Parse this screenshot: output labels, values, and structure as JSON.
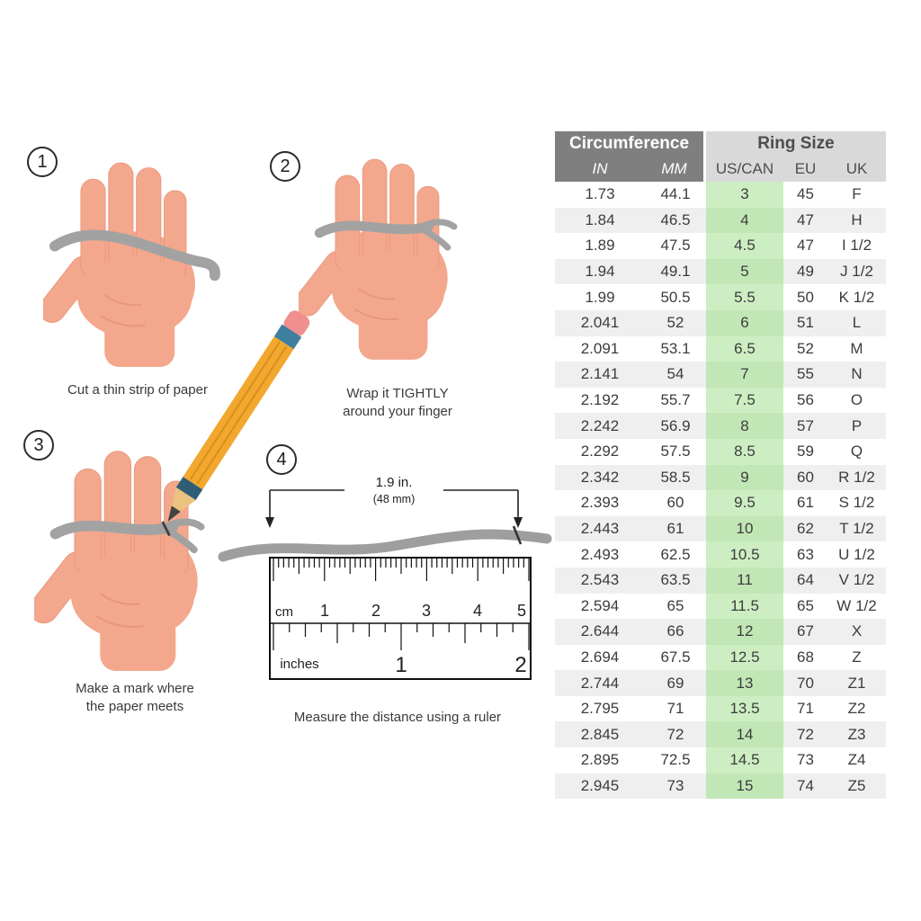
{
  "steps": [
    {
      "number": "1",
      "caption": "Cut a thin strip of paper"
    },
    {
      "number": "2",
      "caption": "Wrap it TIGHTLY around your finger"
    },
    {
      "number": "3",
      "caption": "Make a mark where the paper meets"
    },
    {
      "number": "4",
      "caption": "Measure the distance using a ruler"
    }
  ],
  "ruler": {
    "dimension_line1": "1.9 in.",
    "dimension_line2": "(48 mm)",
    "cm_label": "cm",
    "cm_numbers": [
      "1",
      "2",
      "3",
      "4",
      "5"
    ],
    "inches_label": "inches",
    "inches_numbers": [
      "1",
      "2"
    ]
  },
  "table": {
    "group_headers": [
      {
        "label": "Circumference"
      },
      {
        "label": "Ring Size"
      }
    ],
    "columns": [
      "IN",
      "MM",
      "US/CAN",
      "EU",
      "UK"
    ],
    "rows": [
      [
        "1.73",
        "44.1",
        "3",
        "45",
        "F"
      ],
      [
        "1.84",
        "46.5",
        "4",
        "47",
        "H"
      ],
      [
        "1.89",
        "47.5",
        "4.5",
        "47",
        "I 1/2"
      ],
      [
        "1.94",
        "49.1",
        "5",
        "49",
        "J 1/2"
      ],
      [
        "1.99",
        "50.5",
        "5.5",
        "50",
        "K 1/2"
      ],
      [
        "2.041",
        "52",
        "6",
        "51",
        "L"
      ],
      [
        "2.091",
        "53.1",
        "6.5",
        "52",
        "M"
      ],
      [
        "2.141",
        "54",
        "7",
        "55",
        "N"
      ],
      [
        "2.192",
        "55.7",
        "7.5",
        "56",
        "O"
      ],
      [
        "2.242",
        "56.9",
        "8",
        "57",
        "P"
      ],
      [
        "2.292",
        "57.5",
        "8.5",
        "59",
        "Q"
      ],
      [
        "2.342",
        "58.5",
        "9",
        "60",
        "R 1/2"
      ],
      [
        "2.393",
        "60",
        "9.5",
        "61",
        "S 1/2"
      ],
      [
        "2.443",
        "61",
        "10",
        "62",
        "T 1/2"
      ],
      [
        "2.493",
        "62.5",
        "10.5",
        "63",
        "U 1/2"
      ],
      [
        "2.543",
        "63.5",
        "11",
        "64",
        "V 1/2"
      ],
      [
        "2.594",
        "65",
        "11.5",
        "65",
        "W 1/2"
      ],
      [
        "2.644",
        "66",
        "12",
        "67",
        "X"
      ],
      [
        "2.694",
        "67.5",
        "12.5",
        "68",
        "Z"
      ],
      [
        "2.744",
        "69",
        "13",
        "70",
        "Z1"
      ],
      [
        "2.795",
        "71",
        "13.5",
        "71",
        "Z2"
      ],
      [
        "2.845",
        "72",
        "14",
        "72",
        "Z3"
      ],
      [
        "2.895",
        "72.5",
        "14.5",
        "73",
        "Z4"
      ],
      [
        "2.945",
        "73",
        "15",
        "74",
        "Z5"
      ]
    ]
  },
  "colors": {
    "header_dark": "#7f7f7f",
    "header_light": "#d9d9d9",
    "row_alt": "#efefef",
    "green_column": "#cdeec3",
    "skin": "#f3a78c",
    "paper": "#a2a2a2",
    "pencil_body": "#f2a72e"
  }
}
